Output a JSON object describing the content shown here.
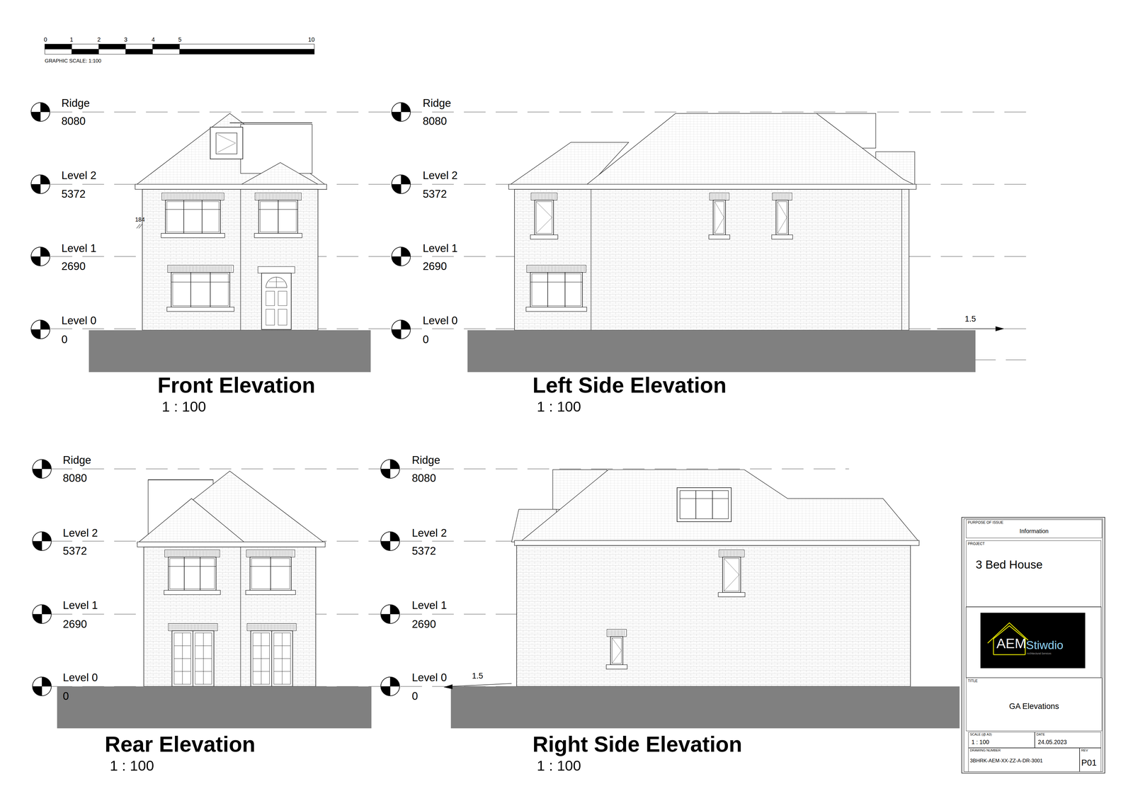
{
  "diagram": {
    "nodes": [
      {
        "text": [
          "PURPOSE OF ISSUE",
          "Information"
        ]
      },
      {
        "text": [
          "PROJECT",
          "3 Bed House"
        ]
      },
      {
        "text": [
          "AEM",
          "Stiwdio",
          "Architectural Services"
        ]
      },
      {
        "text": [
          "TITLE",
          "GA Elevations"
        ]
      },
      {
        "text": [
          "SCALE (@ A3)",
          "1 : 100"
        ]
      },
      {
        "text": [
          "DATE",
          "24.05.2023"
        ]
      },
      {
        "text": [
          "DRAWING NUMBER",
          "3BHRK-AEM-XX-ZZ-A-DR-3001"
        ]
      },
      {
        "text": [
          "REV",
          "P01"
        ]
      }
    ],
    "labels": [
      "0",
      "1",
      "2",
      "3",
      "4",
      "5",
      "10",
      "GRAPHIC SCALE: 1:100",
      "Ridge",
      "8080",
      "Level 2",
      "5372",
      "Level 1",
      "2690",
      "Level 0",
      "0",
      "184",
      "Front Elevation",
      "1 : 100",
      "Ridge",
      "8080",
      "Level 2",
      "5372",
      "Level 1",
      "2690",
      "Level 0",
      "0",
      "1.5",
      "Left Side Elevation",
      "1 : 100",
      "Ridge",
      "8080",
      "Level 2",
      "5372",
      "Level 1",
      "2690",
      "Level 0",
      "0",
      "Rear Elevation",
      "1 : 100",
      "Ridge",
      "8080",
      "Level 2",
      "5372",
      "Level 1",
      "2690",
      "Level 0",
      "0",
      "1.5",
      "Right Side Elevation",
      "1 : 100"
    ]
  }
}
